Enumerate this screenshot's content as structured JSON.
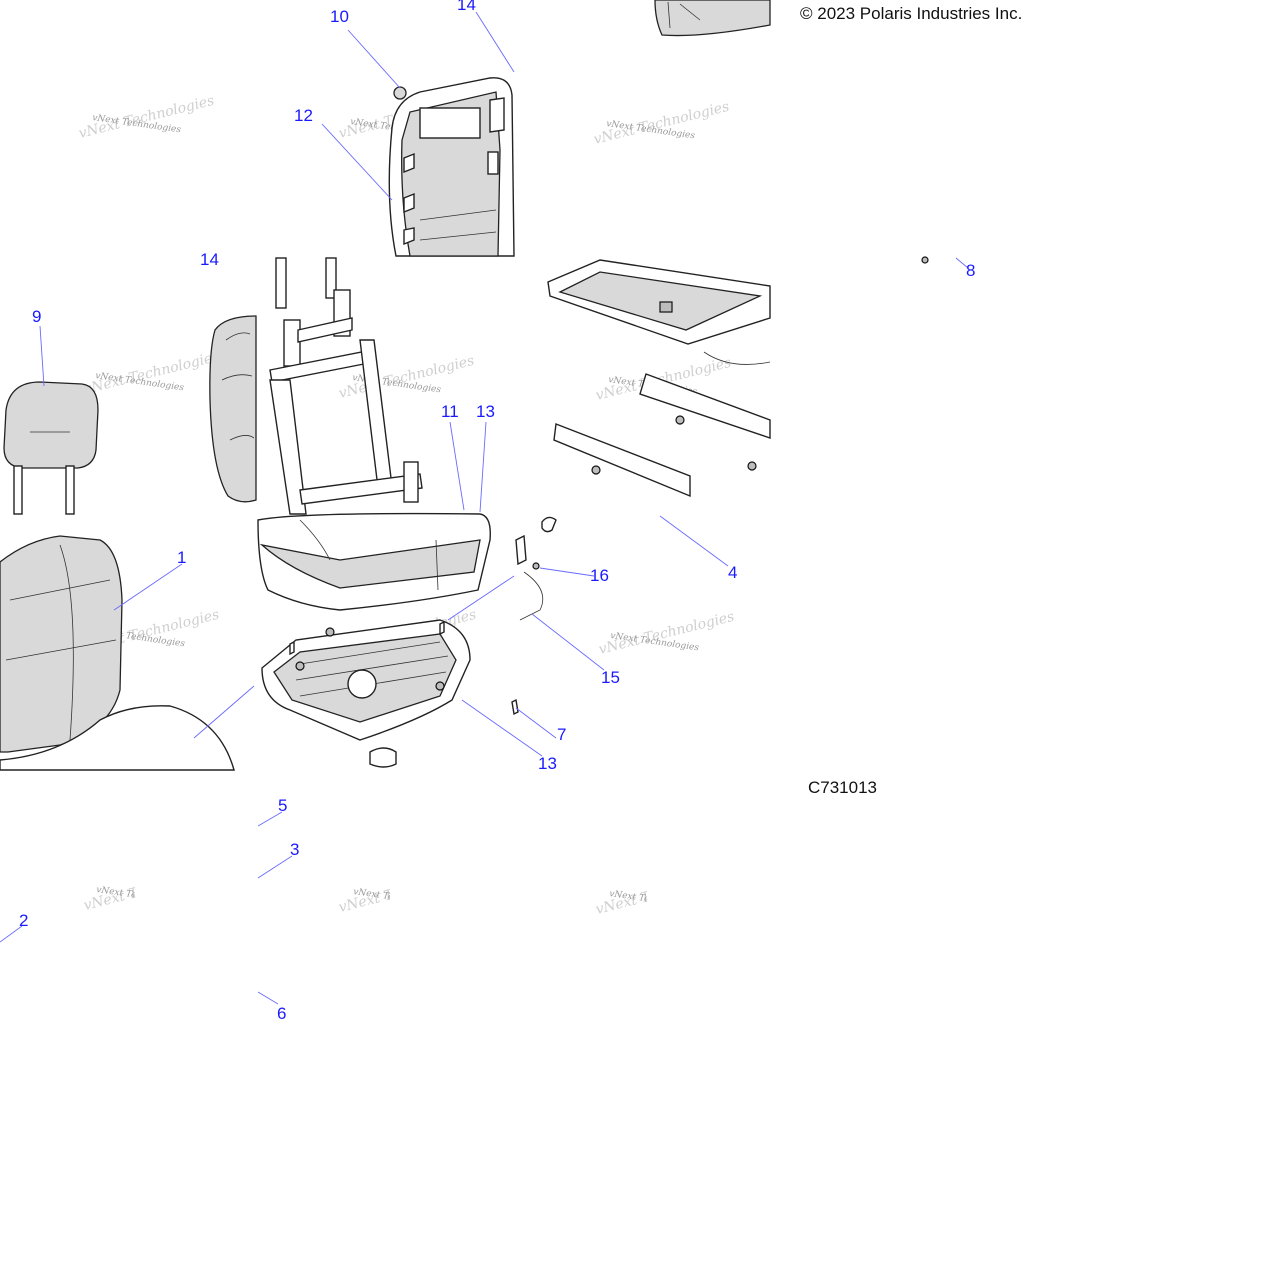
{
  "copyright": "© 2023 Polaris Industries Inc.",
  "figure_id": "C731013",
  "watermark_text": "vNext Technologies",
  "callouts": [
    {
      "id": "c1",
      "label": "1"
    },
    {
      "id": "c2",
      "label": "2"
    },
    {
      "id": "c3",
      "label": "3"
    },
    {
      "id": "c4",
      "label": "4"
    },
    {
      "id": "c5",
      "label": "5"
    },
    {
      "id": "c6",
      "label": "6"
    },
    {
      "id": "c7",
      "label": "7"
    },
    {
      "id": "c8",
      "label": "8"
    },
    {
      "id": "c9",
      "label": "9"
    },
    {
      "id": "c10",
      "label": "10"
    },
    {
      "id": "c11",
      "label": "11"
    },
    {
      "id": "c12",
      "label": "12"
    },
    {
      "id": "c13a",
      "label": "13"
    },
    {
      "id": "c13b",
      "label": "13"
    },
    {
      "id": "c14a",
      "label": "14"
    },
    {
      "id": "c14b",
      "label": "14"
    },
    {
      "id": "c15",
      "label": "15"
    },
    {
      "id": "c16",
      "label": "16"
    }
  ],
  "colors": {
    "callout": "#1a1aff",
    "leader": "#6a6aff",
    "line_art": "#222222",
    "shade": "#d9d9d9"
  }
}
